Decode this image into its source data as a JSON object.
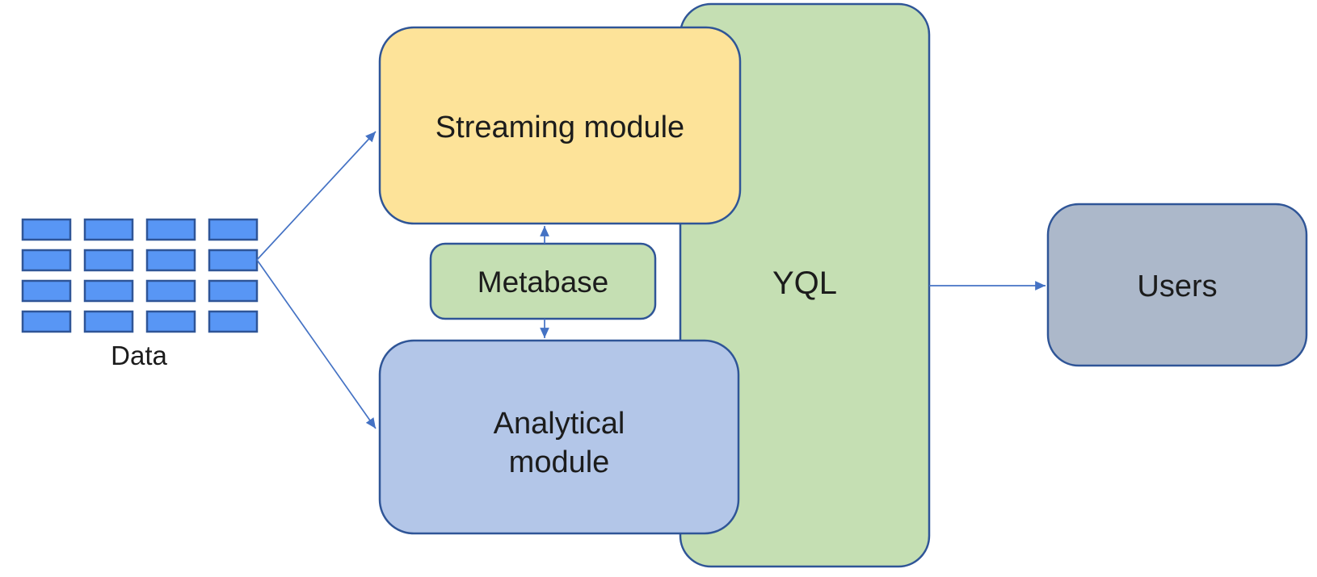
{
  "diagram": {
    "nodes": {
      "data": {
        "label": "Data"
      },
      "streaming": {
        "label": "Streaming module"
      },
      "metabase": {
        "label": "Metabase"
      },
      "analytical": {
        "label": "Analytical module",
        "lines": [
          "Analytical",
          "module"
        ]
      },
      "yql": {
        "label": "YQL"
      },
      "users": {
        "label": "Users"
      }
    },
    "edges": [
      {
        "from": "data",
        "to": "streaming",
        "arrowhead": "end"
      },
      {
        "from": "data",
        "to": "analytical",
        "arrowhead": "end"
      },
      {
        "from": "metabase",
        "to": "streaming",
        "arrowhead": "end"
      },
      {
        "from": "metabase",
        "to": "analytical",
        "arrowhead": "end"
      },
      {
        "from": "yql",
        "to": "users",
        "arrowhead": "end"
      }
    ],
    "data_grid": {
      "rows": 4,
      "cols": 4
    }
  },
  "colors": {
    "canvas_bg": "#FFFFFF",
    "data_block_fill": "#5896F5",
    "streaming_fill": "#FDE399",
    "metabase_fill": "#C5DFB3",
    "yql_fill": "#C5DFB3",
    "analytical_fill": "#B3C6E8",
    "users_fill": "#ACB8CA",
    "border": "#2F5597",
    "arrow": "#4472C4",
    "text": "#1C1C1C"
  }
}
